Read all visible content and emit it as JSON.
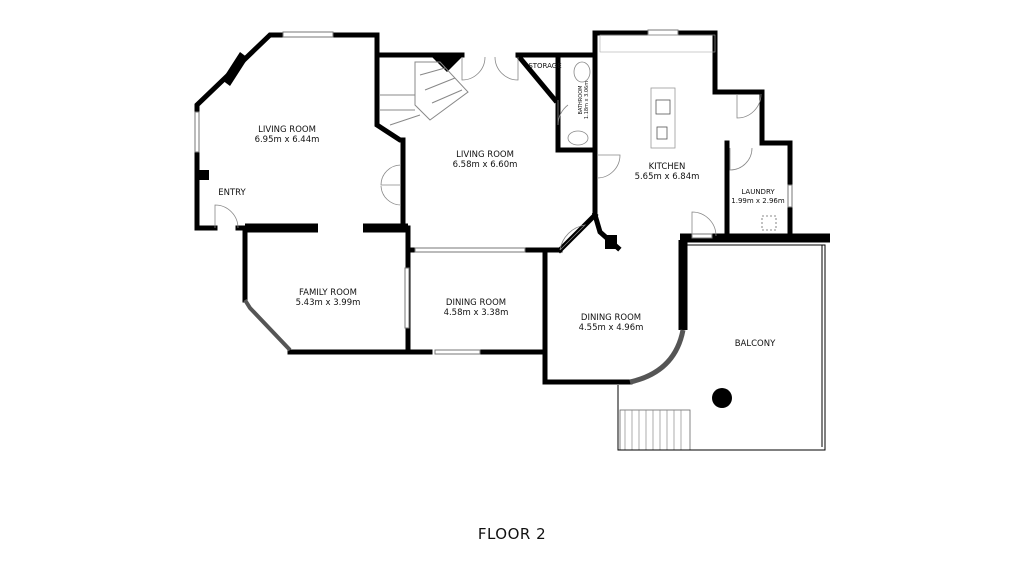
{
  "floor_label": "FLOOR 2",
  "rooms": {
    "living1": {
      "name": "LIVING ROOM",
      "size": "6.95m x 6.44m"
    },
    "entry": {
      "name": "ENTRY"
    },
    "living2": {
      "name": "LIVING ROOM",
      "size": "6.58m x 6.60m"
    },
    "storage": {
      "name": "STORAGE"
    },
    "bathroom": {
      "name": "BATHROOM",
      "size": "1.18m x 3.06m"
    },
    "kitchen": {
      "name": "KITCHEN",
      "size": "5.65m x 6.84m"
    },
    "laundry": {
      "name": "LAUNDRY",
      "size": "1.99m x 2.96m"
    },
    "family": {
      "name": "FAMILY ROOM",
      "size": "5.43m x 3.99m"
    },
    "dining1": {
      "name": "DINING ROOM",
      "size": "4.58m x 3.38m"
    },
    "dining2": {
      "name": "DINING ROOM",
      "size": "4.55m x 4.96m"
    },
    "balcony": {
      "name": "BALCONY"
    }
  }
}
